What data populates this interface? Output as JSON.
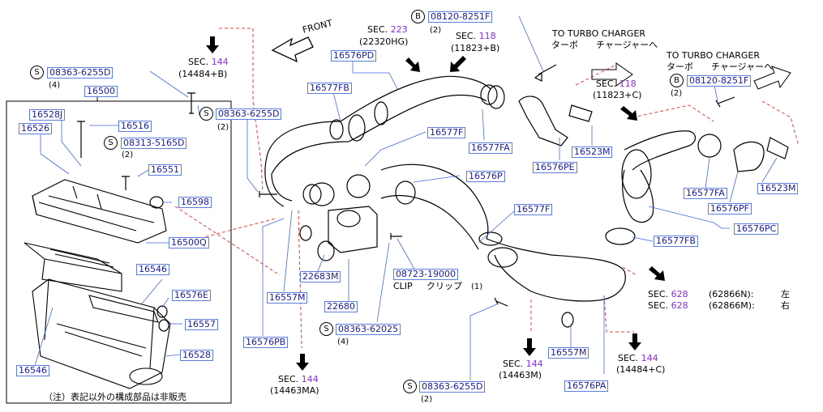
{
  "diagram": {
    "front_label": "FRONT",
    "box_part": "16500",
    "note_jp": "（注）表記以外の構成部品は非販売",
    "parts": [
      {
        "id": "p16500",
        "text": "16500"
      },
      {
        "id": "p16528J",
        "text": "16528J"
      },
      {
        "id": "p16526",
        "text": "16526"
      },
      {
        "id": "p16516",
        "text": "16516"
      },
      {
        "id": "p16551",
        "text": "16551"
      },
      {
        "id": "p16598",
        "text": "16598"
      },
      {
        "id": "p16500Q",
        "text": "16500Q"
      },
      {
        "id": "p16546a",
        "text": "16546"
      },
      {
        "id": "p16576E",
        "text": "16576E"
      },
      {
        "id": "p16557a",
        "text": "16557"
      },
      {
        "id": "p16528",
        "text": "16528"
      },
      {
        "id": "p16546b",
        "text": "16546"
      },
      {
        "id": "p16576PD",
        "text": "16576PD"
      },
      {
        "id": "p16577FB",
        "text": "16577FB"
      },
      {
        "id": "p16577F",
        "text": "16577F"
      },
      {
        "id": "p16576P",
        "text": "16576P"
      },
      {
        "id": "p16577FA",
        "text": "16577FA"
      },
      {
        "id": "p16576PE",
        "text": "16576PE"
      },
      {
        "id": "p16523M",
        "text": "16523M"
      },
      {
        "id": "p22683M",
        "text": "22683M"
      },
      {
        "id": "p16557M",
        "text": "16557M"
      },
      {
        "id": "p22680",
        "text": "22680"
      },
      {
        "id": "p16576PB",
        "text": "16576PB"
      },
      {
        "id": "p08723",
        "text": "08723-19000"
      },
      {
        "id": "p16577F2",
        "text": "16577F"
      },
      {
        "id": "p16577FB2",
        "text": "16577FB"
      },
      {
        "id": "p16577FA2",
        "text": "16577FA"
      },
      {
        "id": "p16576PF",
        "text": "16576PF"
      },
      {
        "id": "p16523M2",
        "text": "16523M"
      },
      {
        "id": "p16576PC",
        "text": "16576PC"
      },
      {
        "id": "p16557M2",
        "text": "16557M"
      },
      {
        "id": "p16576PA",
        "text": "16576PA"
      }
    ],
    "fasteners": [
      {
        "id": "f1",
        "circle": "S",
        "text": "08363-6255D",
        "qty": "(4)"
      },
      {
        "id": "f2",
        "circle": "S",
        "text": "08363-6255D",
        "qty": "(2)"
      },
      {
        "id": "f3",
        "circle": "S",
        "text": "08313-5165D",
        "qty": "(2)"
      },
      {
        "id": "f4",
        "circle": "B",
        "text": "08120-8251F",
        "qty": "(2)"
      },
      {
        "id": "f5",
        "circle": "B",
        "text": "08120-8251F",
        "qty": "(2)"
      },
      {
        "id": "f6",
        "circle": "S",
        "text": "08363-62025",
        "qty": "(4)"
      },
      {
        "id": "f7",
        "circle": "S",
        "text": "08363-6255D",
        "qty": "(2)"
      }
    ],
    "clip": {
      "label": "CLIP",
      "jp": "クリップ",
      "qty": "(1)"
    },
    "sections": [
      {
        "id": "s144a",
        "prefix": "SEC.",
        "num": "144",
        "ref": "(14484+B)"
      },
      {
        "id": "s223",
        "prefix": "SEC.",
        "num": "223",
        "ref": "(22320HG)"
      },
      {
        "id": "s118a",
        "prefix": "SEC.",
        "num": "118",
        "ref": "(11823+B)"
      },
      {
        "id": "s118b",
        "prefix": "SEC.",
        "num": "118",
        "ref": "(11823+C)"
      },
      {
        "id": "s144b",
        "prefix": "SEC.",
        "num": "144",
        "ref": "(14463MA)"
      },
      {
        "id": "s144c",
        "prefix": "SEC.",
        "num": "144",
        "ref": "(14463M)"
      },
      {
        "id": "s144d",
        "prefix": "SEC.",
        "num": "144",
        "ref": "(14484+C)"
      },
      {
        "id": "s628a",
        "prefix": "SEC.",
        "num": "628",
        "ref": "(62866N):",
        "jp": "左"
      },
      {
        "id": "s628b",
        "prefix": "SEC.",
        "num": "628",
        "ref": "(62866M):",
        "jp": "右"
      }
    ],
    "turbo": [
      {
        "id": "t1",
        "en": "TO  TURBO  CHARGER",
        "jp": "ターボ　　チャージャーへ"
      },
      {
        "id": "t2",
        "en": "TO  TURBO  CHARGER",
        "jp": "ターボ　　チャージャーへ"
      }
    ],
    "colors": {
      "part_box": "#5c7ed8",
      "part_text": "#1a1a9a",
      "section_num": "#8a2be2",
      "dashed": "#e04040"
    }
  }
}
